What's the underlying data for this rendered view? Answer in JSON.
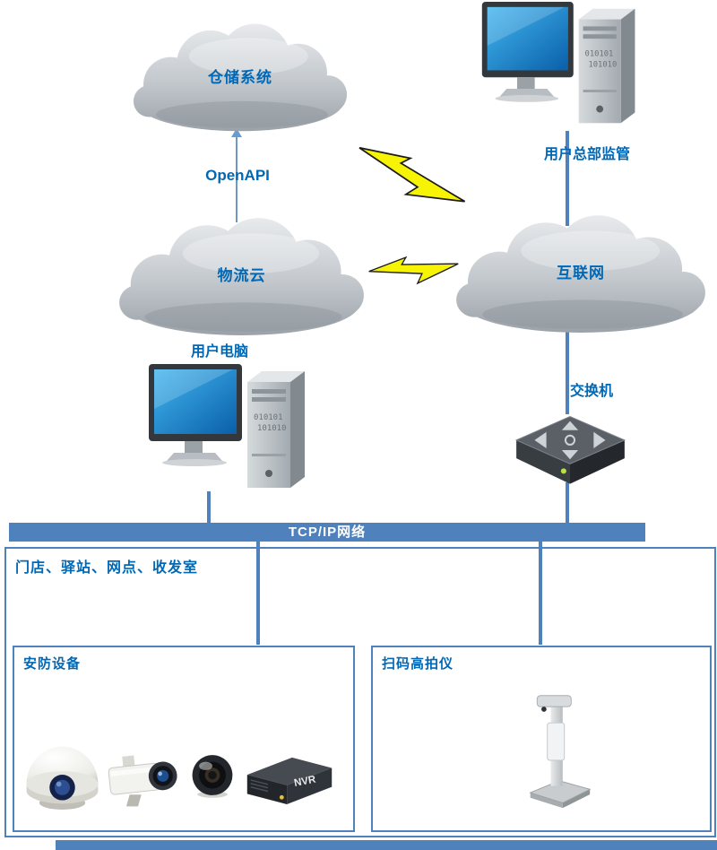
{
  "colors": {
    "label_blue": "#0068b5",
    "bar_blue": "#4f81bd",
    "line_blue": "#4f81bd",
    "box_border": "#4f81bd",
    "cloud_gray": "#c3c8cd",
    "lightning_yellow": "#f7f304",
    "screen_blue": "#1e8fd5"
  },
  "clouds": {
    "warehouse": {
      "label": "仓储系统"
    },
    "logistics": {
      "label": "物流云"
    },
    "internet": {
      "label": "互联网"
    }
  },
  "connections": {
    "openapi_label": "OpenAPI"
  },
  "devices": {
    "hq_label": "用户总部监管",
    "user_pc_label": "用户电脑",
    "switch_label": "交换机",
    "tower_binary_1": "010101",
    "tower_binary_2": "101010"
  },
  "network_bar": {
    "label": "TCP/IP网络"
  },
  "site": {
    "title": "门店、驿站、网点、收发室",
    "security": {
      "title": "安防设备",
      "nvr_label": "NVR"
    },
    "scanner": {
      "title": "扫码高拍仪"
    }
  }
}
